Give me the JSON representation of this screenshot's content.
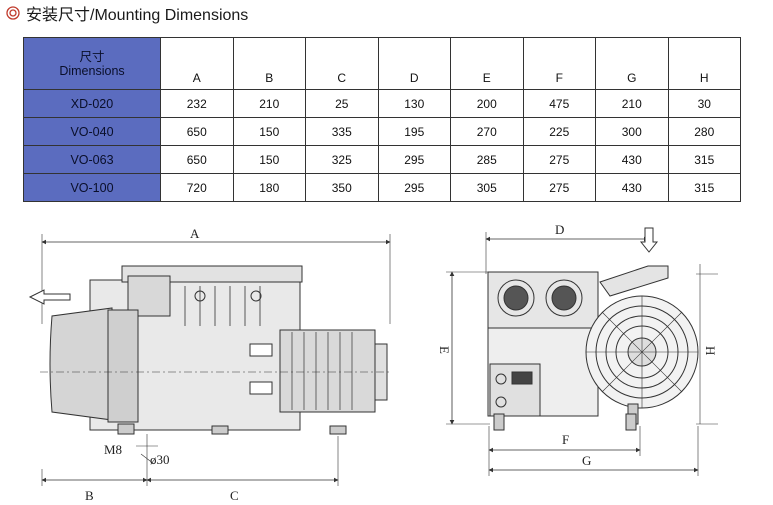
{
  "header": {
    "title_icon": "double-circle-icon",
    "title": "安装尺寸/Mounting Dimensions"
  },
  "table": {
    "header_zh": "尺寸",
    "header_en": "Dimensions",
    "columns": [
      "A",
      "B",
      "C",
      "D",
      "E",
      "F",
      "G",
      "H"
    ],
    "rows": [
      {
        "model": "XD-020",
        "values": [
          "232",
          "210",
          "25",
          "130",
          "200",
          "475",
          "210",
          "30"
        ]
      },
      {
        "model": "VO-040",
        "values": [
          "650",
          "150",
          "335",
          "195",
          "270",
          "225",
          "300",
          "280"
        ]
      },
      {
        "model": "VO-063",
        "values": [
          "650",
          "150",
          "325",
          "295",
          "285",
          "275",
          "430",
          "315"
        ]
      },
      {
        "model": "VO-100",
        "values": [
          "720",
          "180",
          "350",
          "295",
          "305",
          "275",
          "430",
          "315"
        ]
      }
    ],
    "model_cell_color": "#5b6cbf"
  },
  "drawing": {
    "side_labels": {
      "A": "A",
      "B": "B",
      "C": "C",
      "M8": "M8",
      "d30": "ø30"
    },
    "front_labels": {
      "D": "D",
      "E": "E",
      "F": "F",
      "G": "G",
      "H": "H"
    }
  }
}
